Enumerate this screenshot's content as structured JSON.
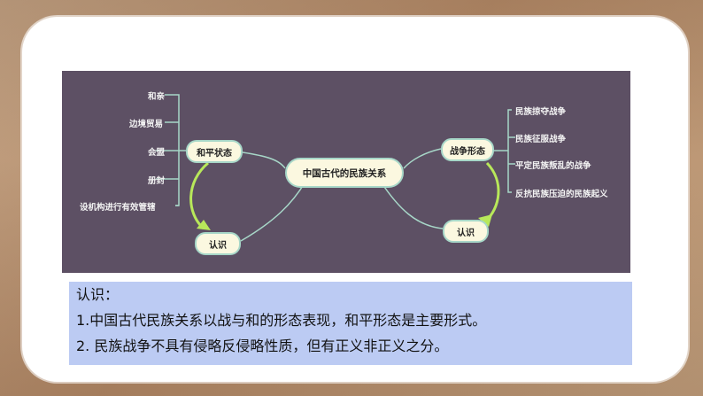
{
  "mindmap": {
    "center": "中国古代的民族关系",
    "left_branch": {
      "label": "和平状态",
      "items": [
        "和亲",
        "边境贸易",
        "会盟",
        "册封",
        "设机构进行有效管辖"
      ],
      "conclusion": "认识"
    },
    "right_branch": {
      "label": "战争形态",
      "items": [
        "民族掠夺战争",
        "民族征服战争",
        "平定民族叛乱的战争",
        "反抗民族压迫的民族起义"
      ],
      "conclusion": "认识"
    }
  },
  "note": {
    "heading": "认识：",
    "line1": "1.中国古代民族关系以战与和的形态表现，和平形态是主要形式。",
    "line2": "2. 民族战争不具有侵略反侵略性质，但有正义非正义之分。"
  },
  "colors": {
    "map_background": "#5d5064",
    "connector": "#a7d7c8",
    "arrow": "#b8e85a",
    "note_background": "#bccbf3"
  }
}
